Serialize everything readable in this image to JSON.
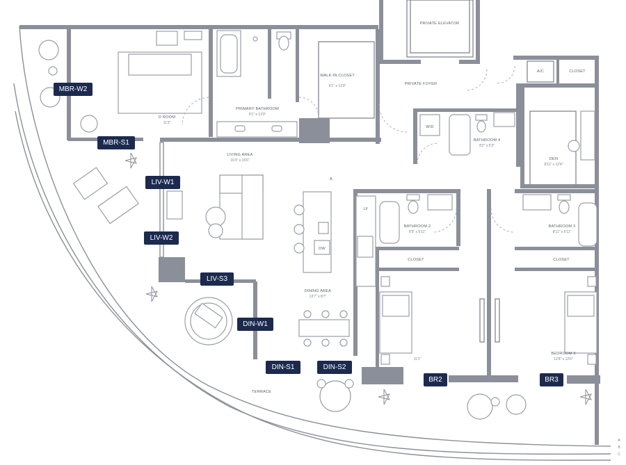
{
  "rooms": {
    "primary_bedroom": {
      "name": "D ROOM",
      "dims": "11'3\""
    },
    "primary_bathroom": {
      "name": "PRIMARY BATHROOM",
      "dims": "9'1\" x 13'3\""
    },
    "walk_in_closet": {
      "name": "WALK-IN CLOSET",
      "dims": "9'1\" x 13'3\""
    },
    "private_elevator": {
      "name": "PRIVATE ELEVATOR"
    },
    "private_foyer": {
      "name": "PRIVATE FOYER"
    },
    "ac": {
      "name": "A/C"
    },
    "closet_top": {
      "name": "CLOSET"
    },
    "wd": {
      "name": "W/D"
    },
    "bathroom_4": {
      "name": "BATHROOM 4",
      "dims": "8'2\" x 5'3\""
    },
    "den": {
      "name": "DEN",
      "dims": "8'11\" x 12'4\""
    },
    "living_area": {
      "name": "LIVING AREA",
      "dims": "16'3\" x 15'6\""
    },
    "bathroom_2": {
      "name": "BATHROOM 2",
      "dims": "5'9\" x 5'11\""
    },
    "bathroom_3": {
      "name": "BATHROOM 3",
      "dims": "8'11\" x 5'11\""
    },
    "closet_br2": {
      "name": "CLOSET"
    },
    "closet_br3": {
      "name": "CLOSET"
    },
    "dining_area": {
      "name": "DINING AREA",
      "dims": "13'7\" x 8'7\""
    },
    "bedroom_2_dims": "11'1\"",
    "bedroom_3": {
      "name": "BEDROOM 3",
      "dims": "12'8\" x 12'6\""
    },
    "terrace": {
      "name": "TERRACE"
    },
    "dw": "DW",
    "lf": "LF",
    "kitchen_a": "A"
  },
  "edge_marks": {
    "a": "A",
    "b": "B",
    "c": "C"
  },
  "tags": {
    "mbr_w2": "MBR-W2",
    "mbr_s1": "MBR-S1",
    "liv_w1": "LIV-W1",
    "liv_w2": "LIV-W2",
    "liv_s3": "LIV-S3",
    "din_w1": "DIN-W1",
    "din_s1": "DIN-S1",
    "din_s2": "DIN-S2",
    "br2": "BR2",
    "br3": "BR3"
  },
  "colors": {
    "tag_bg": "#1b2a4e",
    "wall": "#8b8f99",
    "tag_text": "#ffffff"
  }
}
